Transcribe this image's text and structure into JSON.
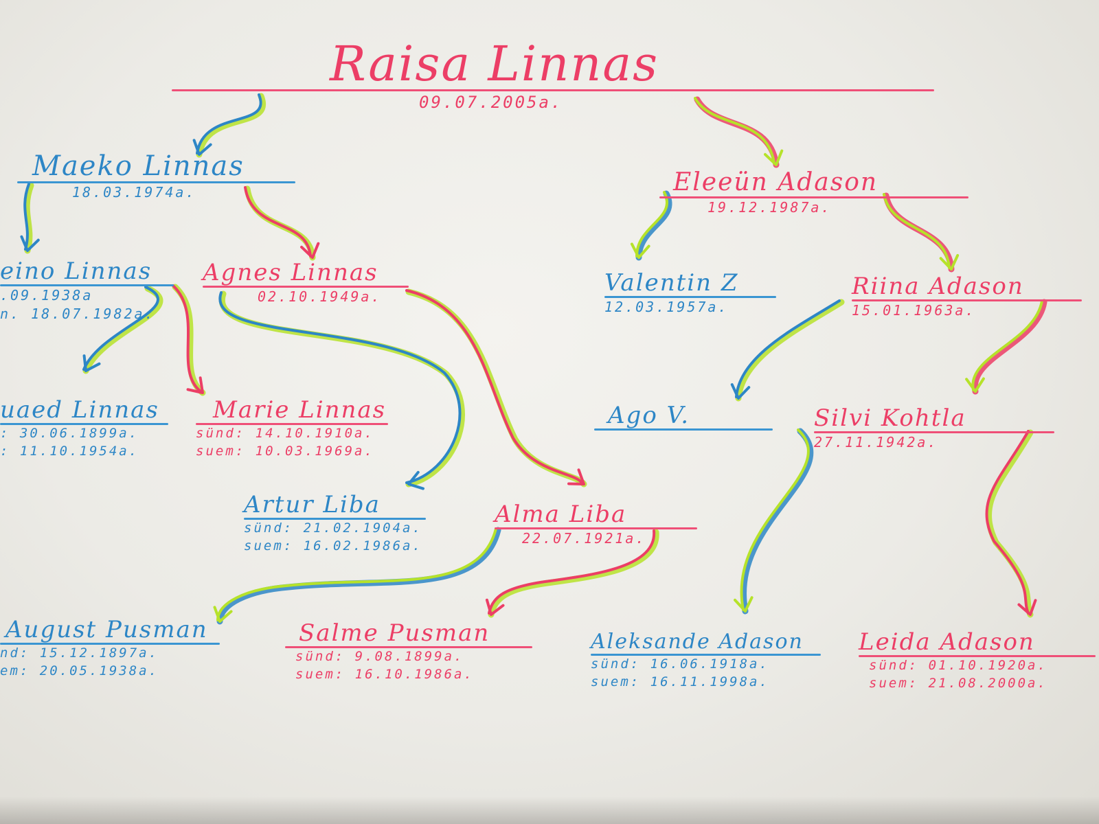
{
  "colors": {
    "pink": "#ec3e66",
    "blue": "#2d86c6",
    "green": "#b6e22a",
    "paper": "#eceae4"
  },
  "root": {
    "name": "Raisa Linnas",
    "date": "09.07.2005a."
  },
  "gen1": {
    "father": {
      "name": "Maeko Linnas",
      "date": "18.03.1974a."
    },
    "mother": {
      "name": "Eleeün Adason",
      "date": "19.12.1987a."
    }
  },
  "gen2": {
    "paternal_grandfather": {
      "name": "eino Linnas",
      "born": ".09.1938a",
      "died": "n. 18.07.1982a."
    },
    "paternal_grandmother": {
      "name": "Agnes Linnas",
      "date": "02.10.1949a."
    },
    "maternal_grandfather": {
      "name": "Valentin Z",
      "date": "12.03.1957a."
    },
    "maternal_grandmother": {
      "name": "Riina Adason",
      "date": "15.01.1963a."
    }
  },
  "gen3": {
    "p1": {
      "name": "uaed Linnas",
      "born": ": 30.06.1899a.",
      "died": ": 11.10.1954a."
    },
    "p2": {
      "name": "Marie Linnas",
      "born": "sünd: 14.10.1910a.",
      "died": "suem: 10.03.1969a."
    },
    "p3": {
      "name": "Artur Liba",
      "born": "sünd: 21.02.1904a.",
      "died": "suem: 16.02.1986a."
    },
    "p4": {
      "name": "Alma Liba",
      "date": "22.07.1921a."
    },
    "m1": {
      "name": "Ago V."
    },
    "m2": {
      "name": "Silvi Kohtla",
      "date": "27.11.1942a."
    }
  },
  "gen4": {
    "a": {
      "name": "August Pusman",
      "born": "nd: 15.12.1897a.",
      "died": "em: 20.05.1938a."
    },
    "b": {
      "name": "Salme Pusman",
      "born": "sünd: 9.08.1899a.",
      "died": "suem: 16.10.1986a."
    },
    "c": {
      "name": "Aleksande Adason",
      "born": "sünd: 16.06.1918a.",
      "died": "suem: 16.11.1998a."
    },
    "d": {
      "name": "Leida Adason",
      "born": "sünd: 01.10.1920a.",
      "died": "suem: 21.08.2000a."
    }
  }
}
